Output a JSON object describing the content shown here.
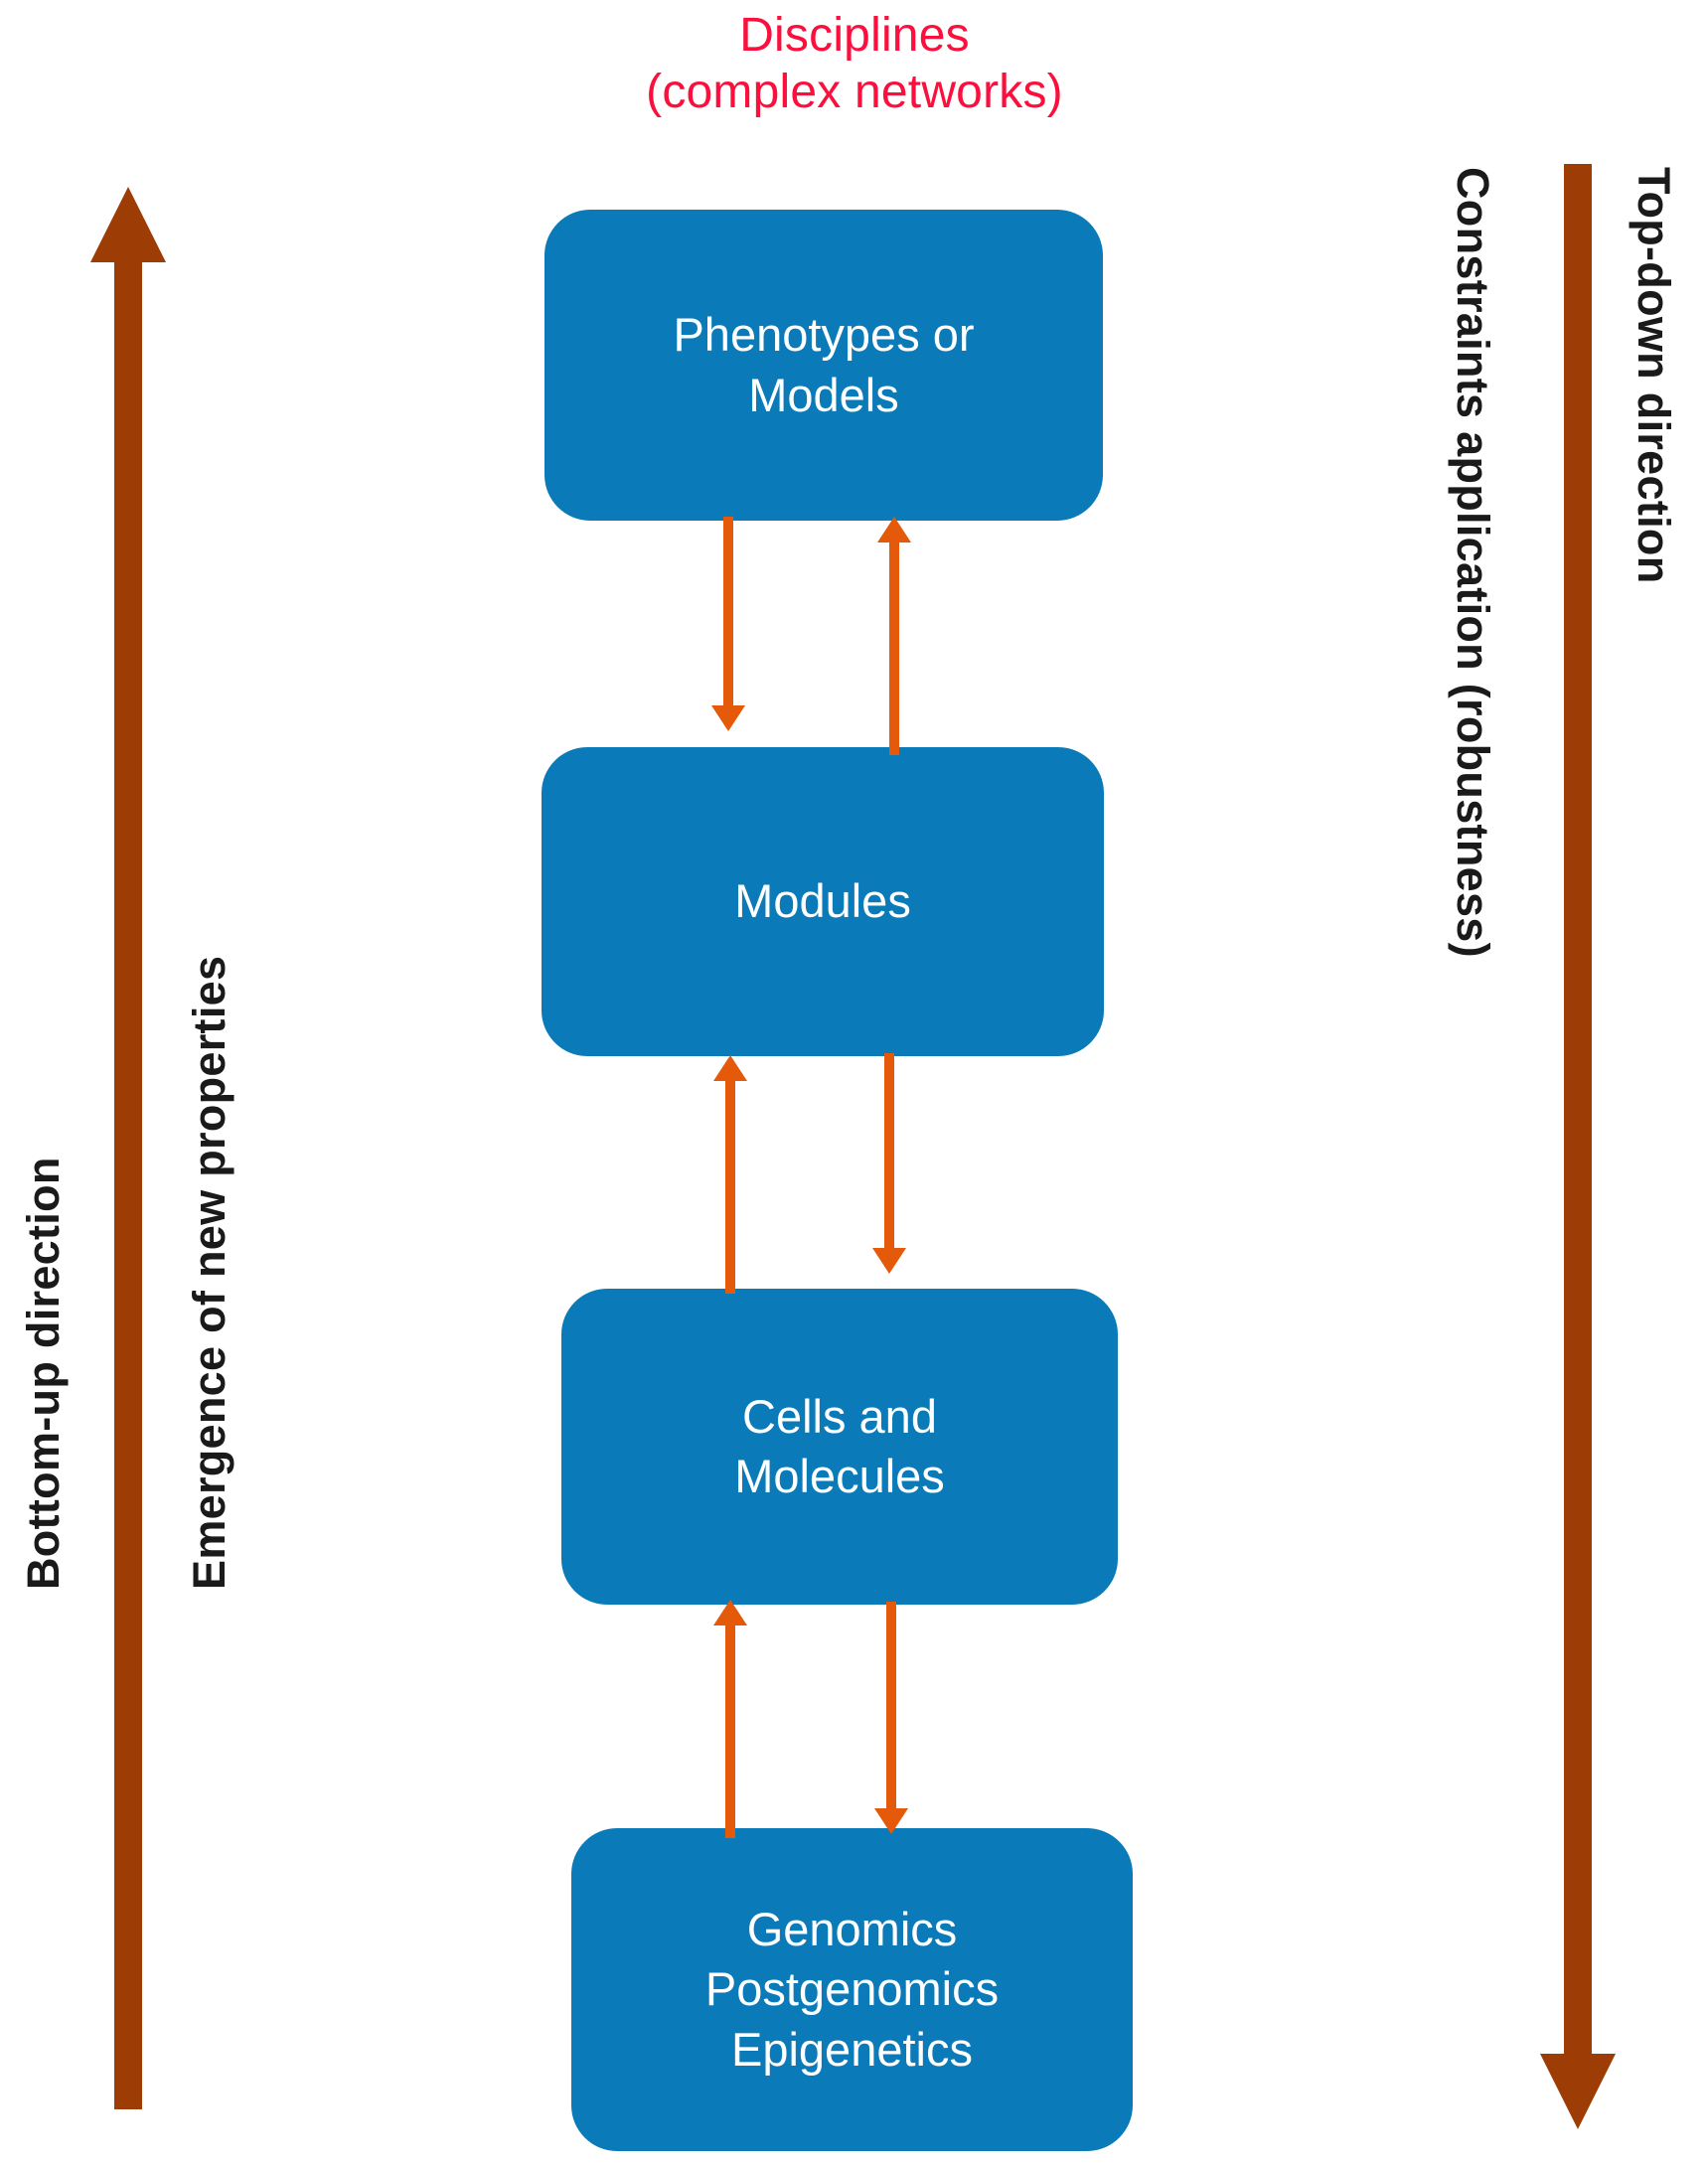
{
  "title": {
    "line1": "Disciplines",
    "line2": "(complex networks)",
    "color": "#fb0f3c"
  },
  "colors": {
    "node_fill": "#0a7ab8",
    "node_text": "#ffffff",
    "connector_arrow": "#e4590a",
    "side_arrow": "#9e3c05",
    "side_label_text": "#1a1a1a",
    "background": "#ffffff"
  },
  "nodes": [
    {
      "id": "phenotypes",
      "line1": "Phenotypes or",
      "line2": "Models",
      "line3": ""
    },
    {
      "id": "modules",
      "line1": "Modules",
      "line2": "",
      "line3": ""
    },
    {
      "id": "cells",
      "line1": "Cells and",
      "line2": "Molecules",
      "line3": ""
    },
    {
      "id": "genomics",
      "line1": "Genomics",
      "line2": "Postgenomics",
      "line3": "Epigenetics"
    }
  ],
  "connectors": [
    {
      "id": "phenotypes-to-modules",
      "direction": "down",
      "from": "phenotypes",
      "to": "modules"
    },
    {
      "id": "modules-to-phenotypes",
      "direction": "up",
      "from": "modules",
      "to": "phenotypes"
    },
    {
      "id": "cells-to-modules",
      "direction": "up",
      "from": "cells",
      "to": "modules"
    },
    {
      "id": "modules-to-cells",
      "direction": "down",
      "from": "modules",
      "to": "cells"
    },
    {
      "id": "genomics-to-cells",
      "direction": "up",
      "from": "genomics",
      "to": "cells"
    },
    {
      "id": "cells-to-genomics",
      "direction": "down",
      "from": "cells",
      "to": "genomics"
    }
  ],
  "left_axis": {
    "arrow_direction": "up",
    "label_outer": "Bottom-up direction",
    "label_inner": "Emergence of new properties"
  },
  "right_axis": {
    "arrow_direction": "down",
    "label_inner": "Constraints application (robustness)",
    "label_outer": "Top-down direction"
  }
}
